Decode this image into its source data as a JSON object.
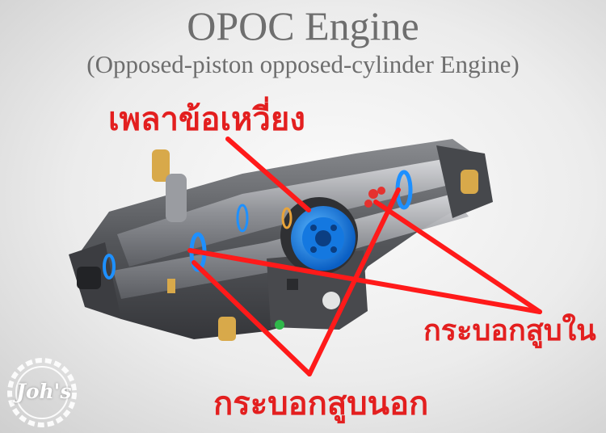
{
  "header": {
    "title": "OPOC Engine",
    "subtitle": "(Opposed-piston opposed-cylinder Engine)"
  },
  "labels": {
    "crankshaft": "เพลาข้อเหวี่ยง",
    "inner_cylinder": "กระบอกสูบใน",
    "outer_cylinder": "กระบอกสูบนอก"
  },
  "logo": {
    "text": "Joh's"
  },
  "colors": {
    "label_red": "#e31f1f",
    "pointer_red": "#ff1a1a",
    "engine_gray": "#5a5c60",
    "accent_blue": "#1e90ff",
    "accent_orange": "#e8a33a",
    "title_gray": "#6e6e6e"
  }
}
